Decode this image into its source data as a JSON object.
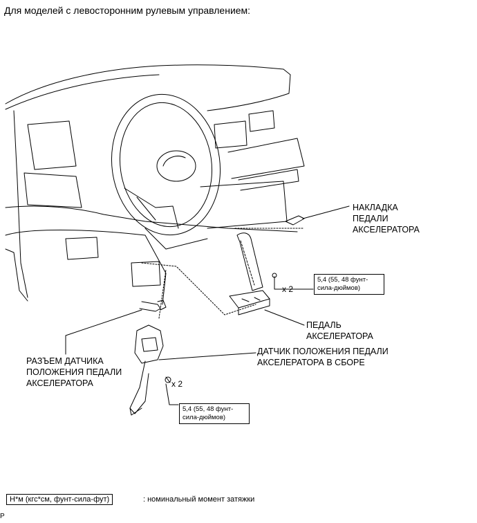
{
  "title": "Для моделей с левосторонним рулевым управлением:",
  "labels": {
    "pad": "НАКЛАДКА\nПЕДАЛИ\nАКСЕЛЕРАТОРА",
    "pedal": "ПЕДАЛЬ\nАКСЕЛЕРАТОРА",
    "sensor": "ДАТЧИК ПОЛОЖЕНИЯ ПЕДАЛИ\nАКСЕЛЕРАТОРА В СБОРЕ",
    "connector": "РАЗЪЕМ ДАТЧИКА\nПОЛОЖЕНИЯ ПЕДАЛИ\nАКСЕЛЕРАТОРА"
  },
  "torque": {
    "upper": "5,4 (55, 48 фунт-\nсила-дюймов)",
    "lower": "5,4 (55, 48 фунт-\nсила-дюймов)"
  },
  "multipliers": {
    "upper": "x 2",
    "lower": "x 2"
  },
  "legend": {
    "box": "Н*м (кгс*см, фунт-сила-фут)",
    "text": ": номинальный момент затяжки"
  },
  "corner_mark": "P"
}
